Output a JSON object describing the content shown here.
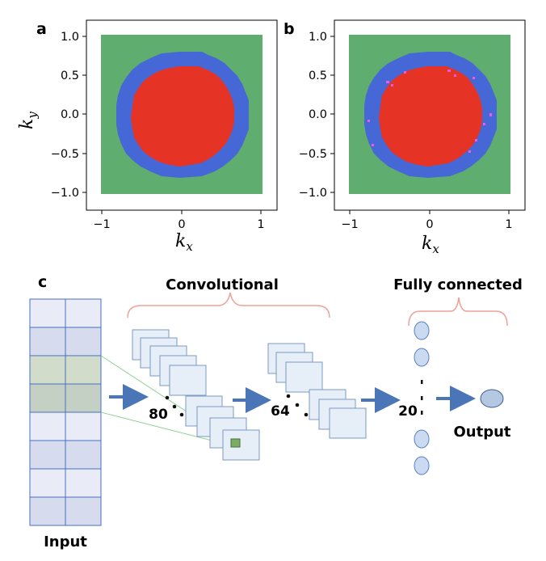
{
  "panels": {
    "a_label": "a",
    "b_label": "b",
    "c_label": "c"
  },
  "plots": {
    "x_ticks": [
      "−1",
      "0",
      "1"
    ],
    "y_ticks": [
      "1.0",
      "0.5",
      "0.0",
      "−0.5",
      "−1.0"
    ],
    "x_label_base": "k",
    "x_label_sub": "x",
    "y_label_base": "k",
    "y_label_sub": "y",
    "colors": {
      "outer": "#5fad6f",
      "ring": "#4668d6",
      "core": "#e53425",
      "misclassified": "#f05ae0"
    }
  },
  "network": {
    "input_label": "Input",
    "convolutional_label": "Convolutional",
    "fully_connected_label": "Fully connected",
    "output_label": "Output",
    "conv1_count": "80",
    "conv2_count": "64",
    "dense_count": "20"
  }
}
